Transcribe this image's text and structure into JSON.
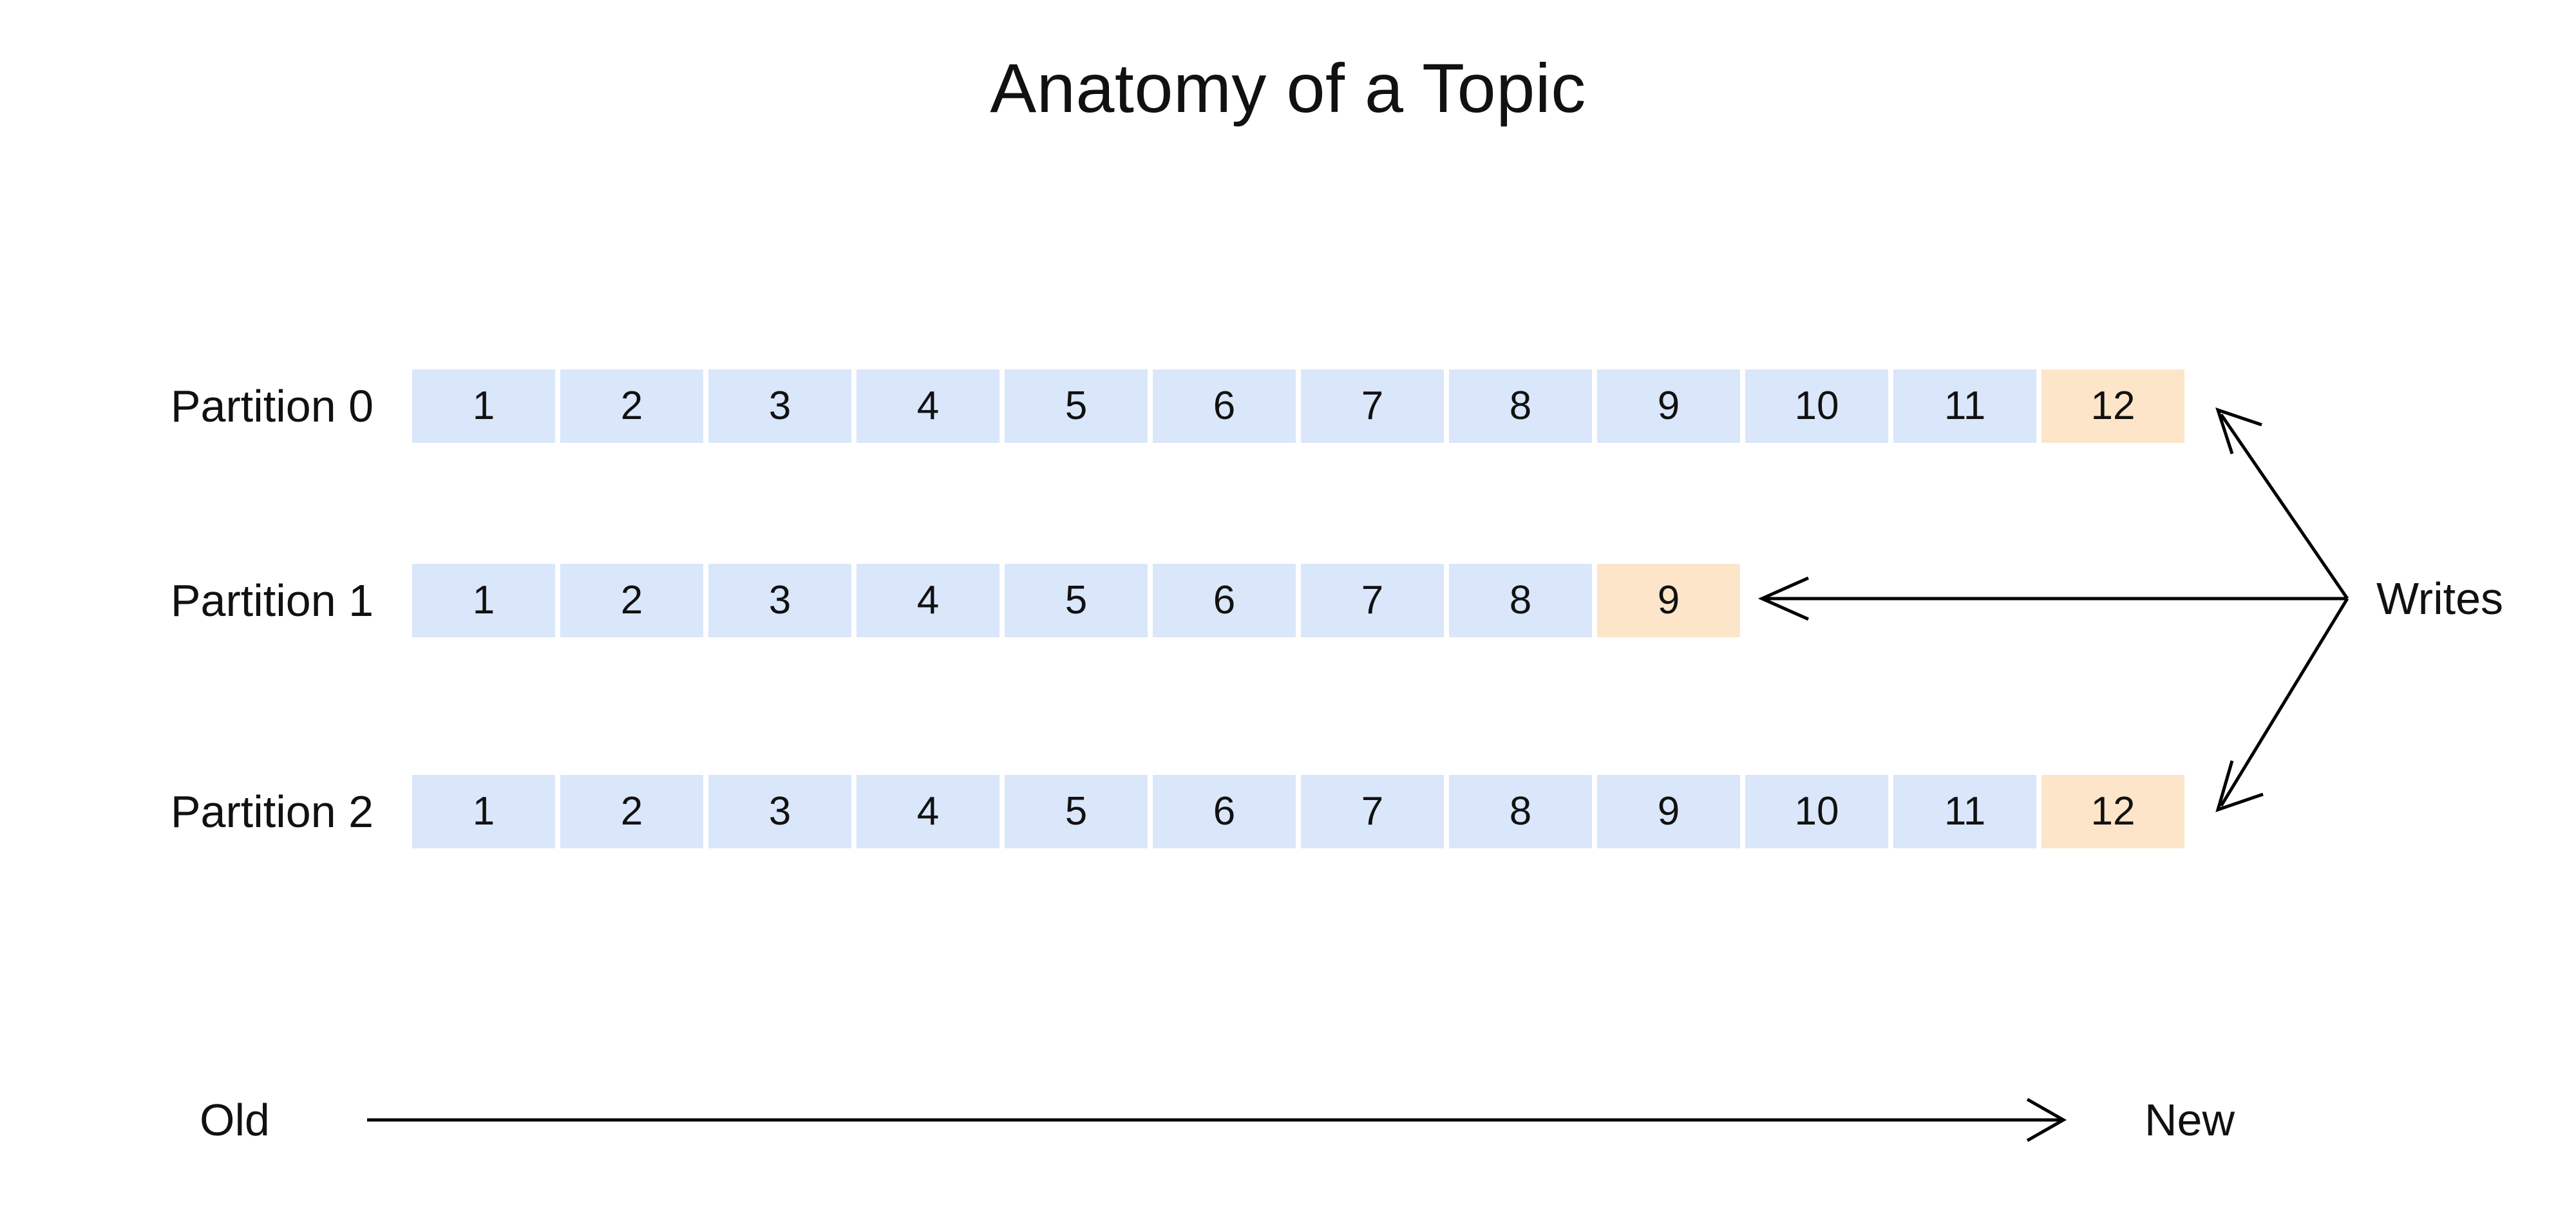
{
  "diagram": {
    "title": "Anatomy of a Topic",
    "colors": {
      "cell_blue": "#dae6f9",
      "cell_orange": "#fce5c9",
      "text": "#111111",
      "line": "#000000",
      "background": "#ffffff"
    },
    "partitions": [
      {
        "label": "Partition 0",
        "cells": [
          {
            "value": "1",
            "state": "committed"
          },
          {
            "value": "2",
            "state": "committed"
          },
          {
            "value": "3",
            "state": "committed"
          },
          {
            "value": "4",
            "state": "committed"
          },
          {
            "value": "5",
            "state": "committed"
          },
          {
            "value": "6",
            "state": "committed"
          },
          {
            "value": "7",
            "state": "committed"
          },
          {
            "value": "8",
            "state": "committed"
          },
          {
            "value": "9",
            "state": "committed"
          },
          {
            "value": "10",
            "state": "committed"
          },
          {
            "value": "11",
            "state": "committed"
          },
          {
            "value": "12",
            "state": "incoming"
          }
        ]
      },
      {
        "label": "Partition 1",
        "cells": [
          {
            "value": "1",
            "state": "committed"
          },
          {
            "value": "2",
            "state": "committed"
          },
          {
            "value": "3",
            "state": "committed"
          },
          {
            "value": "4",
            "state": "committed"
          },
          {
            "value": "5",
            "state": "committed"
          },
          {
            "value": "6",
            "state": "committed"
          },
          {
            "value": "7",
            "state": "committed"
          },
          {
            "value": "8",
            "state": "committed"
          },
          {
            "value": "9",
            "state": "incoming"
          }
        ]
      },
      {
        "label": "Partition 2",
        "cells": [
          {
            "value": "1",
            "state": "committed"
          },
          {
            "value": "2",
            "state": "committed"
          },
          {
            "value": "3",
            "state": "committed"
          },
          {
            "value": "4",
            "state": "committed"
          },
          {
            "value": "5",
            "state": "committed"
          },
          {
            "value": "6",
            "state": "committed"
          },
          {
            "value": "7",
            "state": "committed"
          },
          {
            "value": "8",
            "state": "committed"
          },
          {
            "value": "9",
            "state": "committed"
          },
          {
            "value": "10",
            "state": "committed"
          },
          {
            "value": "11",
            "state": "committed"
          },
          {
            "value": "12",
            "state": "incoming"
          }
        ]
      }
    ],
    "writes": {
      "label": "Writes"
    },
    "age_axis": {
      "old_label": "Old",
      "new_label": "New"
    }
  }
}
